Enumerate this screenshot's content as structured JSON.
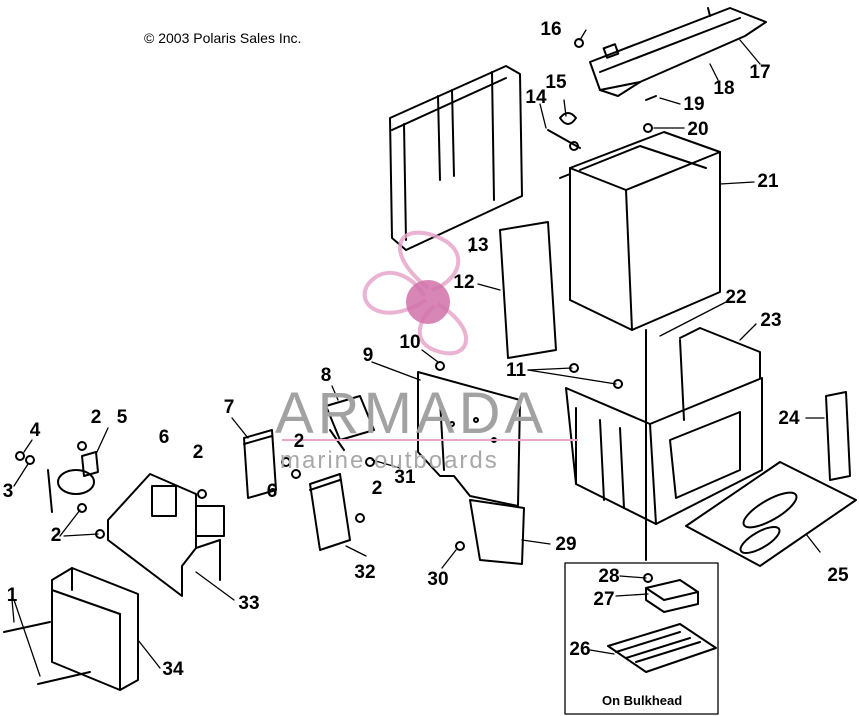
{
  "copyright": "© 2003 Polaris Sales Inc.",
  "watermark": {
    "brand": "ARMADA",
    "tagline": "marine outboards",
    "accent_color": "#e8a6cb",
    "dark_accent_color": "#d071a9"
  },
  "inset_caption": "On Bulkhead",
  "callouts": [
    "1",
    "2",
    "2",
    "2",
    "2",
    "2",
    "2",
    "3",
    "4",
    "5",
    "6",
    "6",
    "7",
    "8",
    "9",
    "10",
    "11",
    "12",
    "13",
    "14",
    "15",
    "16",
    "17",
    "18",
    "19",
    "20",
    "21",
    "22",
    "23",
    "24",
    "25",
    "26",
    "27",
    "28",
    "29",
    "30",
    "31",
    "32",
    "33",
    "34"
  ]
}
